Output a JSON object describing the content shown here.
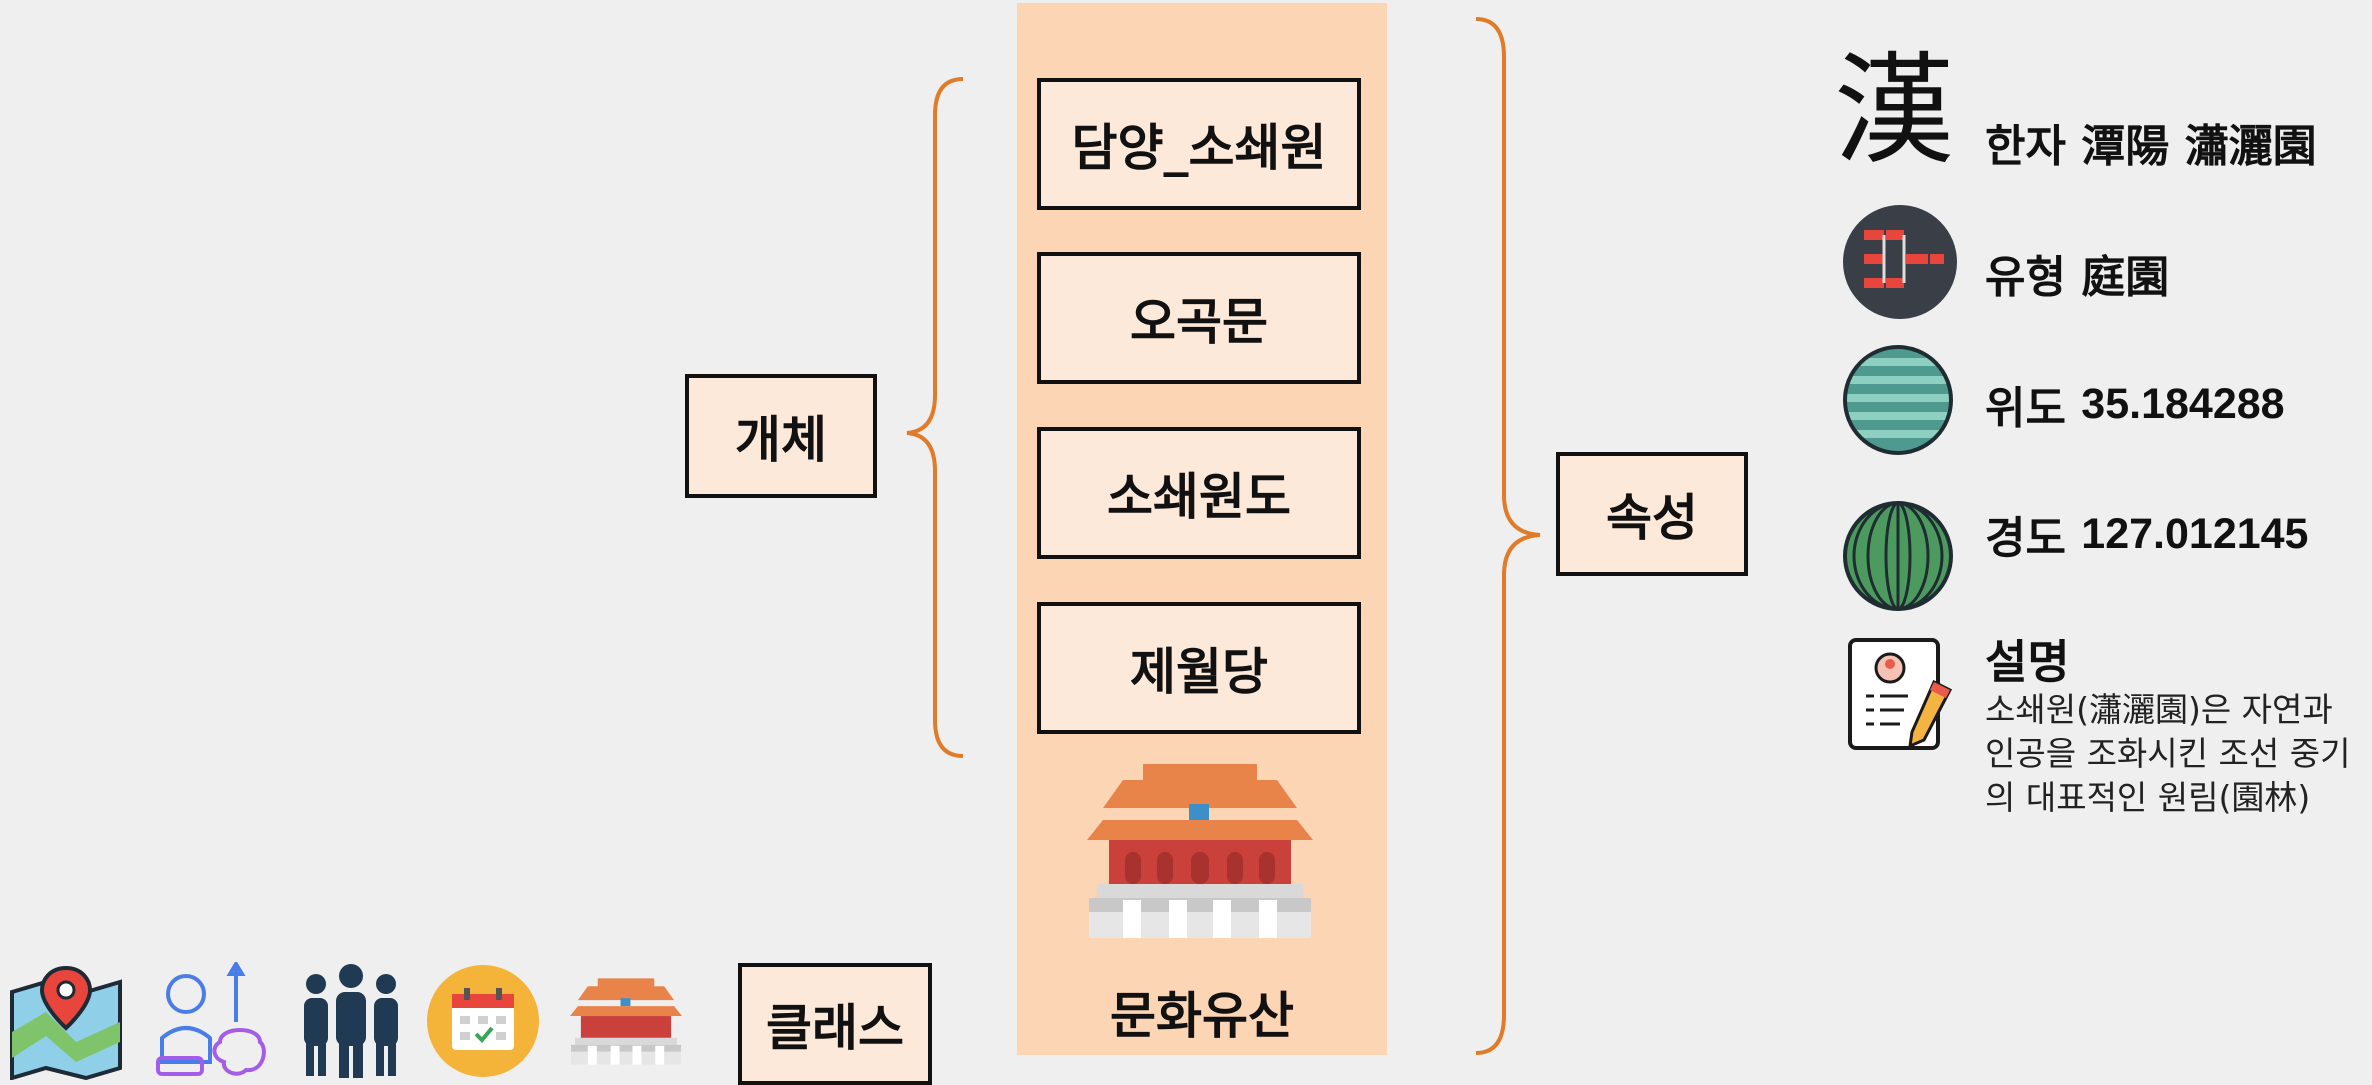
{
  "diagram": {
    "entity_label": "개체",
    "property_label": "속성",
    "class_label": "클래스",
    "class_name": "문화유산",
    "instances": [
      {
        "label": "담양_소쇄원"
      },
      {
        "label": "오곡문"
      },
      {
        "label": "소쇄원도"
      },
      {
        "label": "제월당"
      }
    ]
  },
  "properties": {
    "hanja": {
      "glyph": "漢",
      "label": "한자",
      "value": "潭陽 瀟灑園",
      "icon": "hanja-character-icon"
    },
    "type": {
      "label": "유형",
      "value": "庭園",
      "icon": "hierarchy-icon"
    },
    "latitude": {
      "label": "위도",
      "value": "35.184288",
      "icon": "latitude-globe-icon"
    },
    "longitude": {
      "label": "경도",
      "value": "127.012145",
      "icon": "longitude-globe-icon"
    },
    "description": {
      "label": "설명",
      "text": "소쇄원(瀟灑園)은 자연과 인공을 조화시킨 조선 중기의 대표적인 원림(園林)",
      "icon": "document-pen-icon"
    }
  },
  "bottom_icons": [
    "map-pin-icon",
    "person-brain-icon",
    "people-group-icon",
    "calendar-icon",
    "palace-icon"
  ],
  "colors": {
    "background": "#efefef",
    "column": "#fcd5b4",
    "box_fill": "#fde9d9",
    "brace": "#e07b2a"
  }
}
